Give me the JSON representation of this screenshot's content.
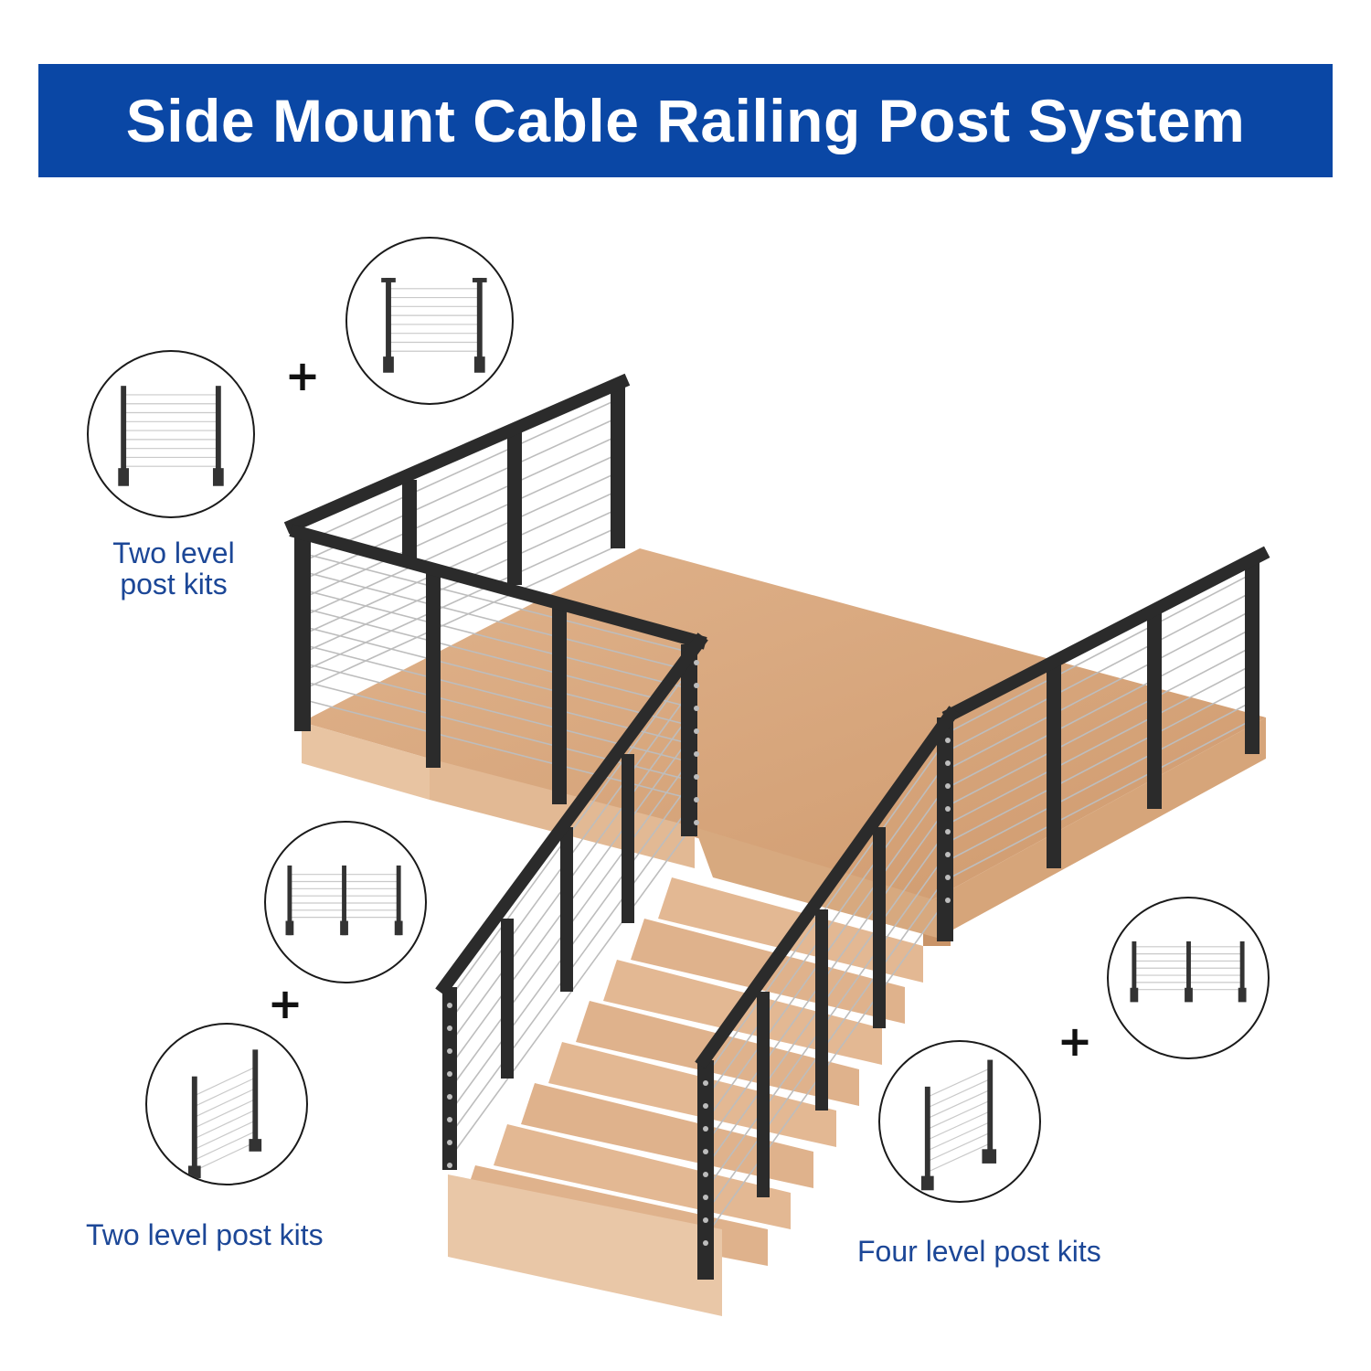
{
  "banner": {
    "title": "Side Mount Cable Railing Post System",
    "bg_color": "#0a47a5"
  },
  "colors": {
    "caption": "#1c4797",
    "post": "#2b2b2b",
    "wood": "#d9a77b",
    "cable": "#bdbdbd"
  },
  "kits": [
    {
      "icon": "two-level-flat-post-kit-icon"
    },
    {
      "icon": "two-level-flat-post-kit-icon"
    },
    {
      "icon": "three-post-flat-kit-icon"
    },
    {
      "icon": "stair-post-kit-icon"
    },
    {
      "icon": "three-post-flat-kit-icon"
    },
    {
      "icon": "four-level-stair-post-kit-icon"
    }
  ],
  "labels": {
    "top_left_line1": "Two level",
    "top_left_line2": "post kits",
    "bottom_left": "Two level post kits",
    "bottom_right": "Four level post kits",
    "plus": "+"
  }
}
